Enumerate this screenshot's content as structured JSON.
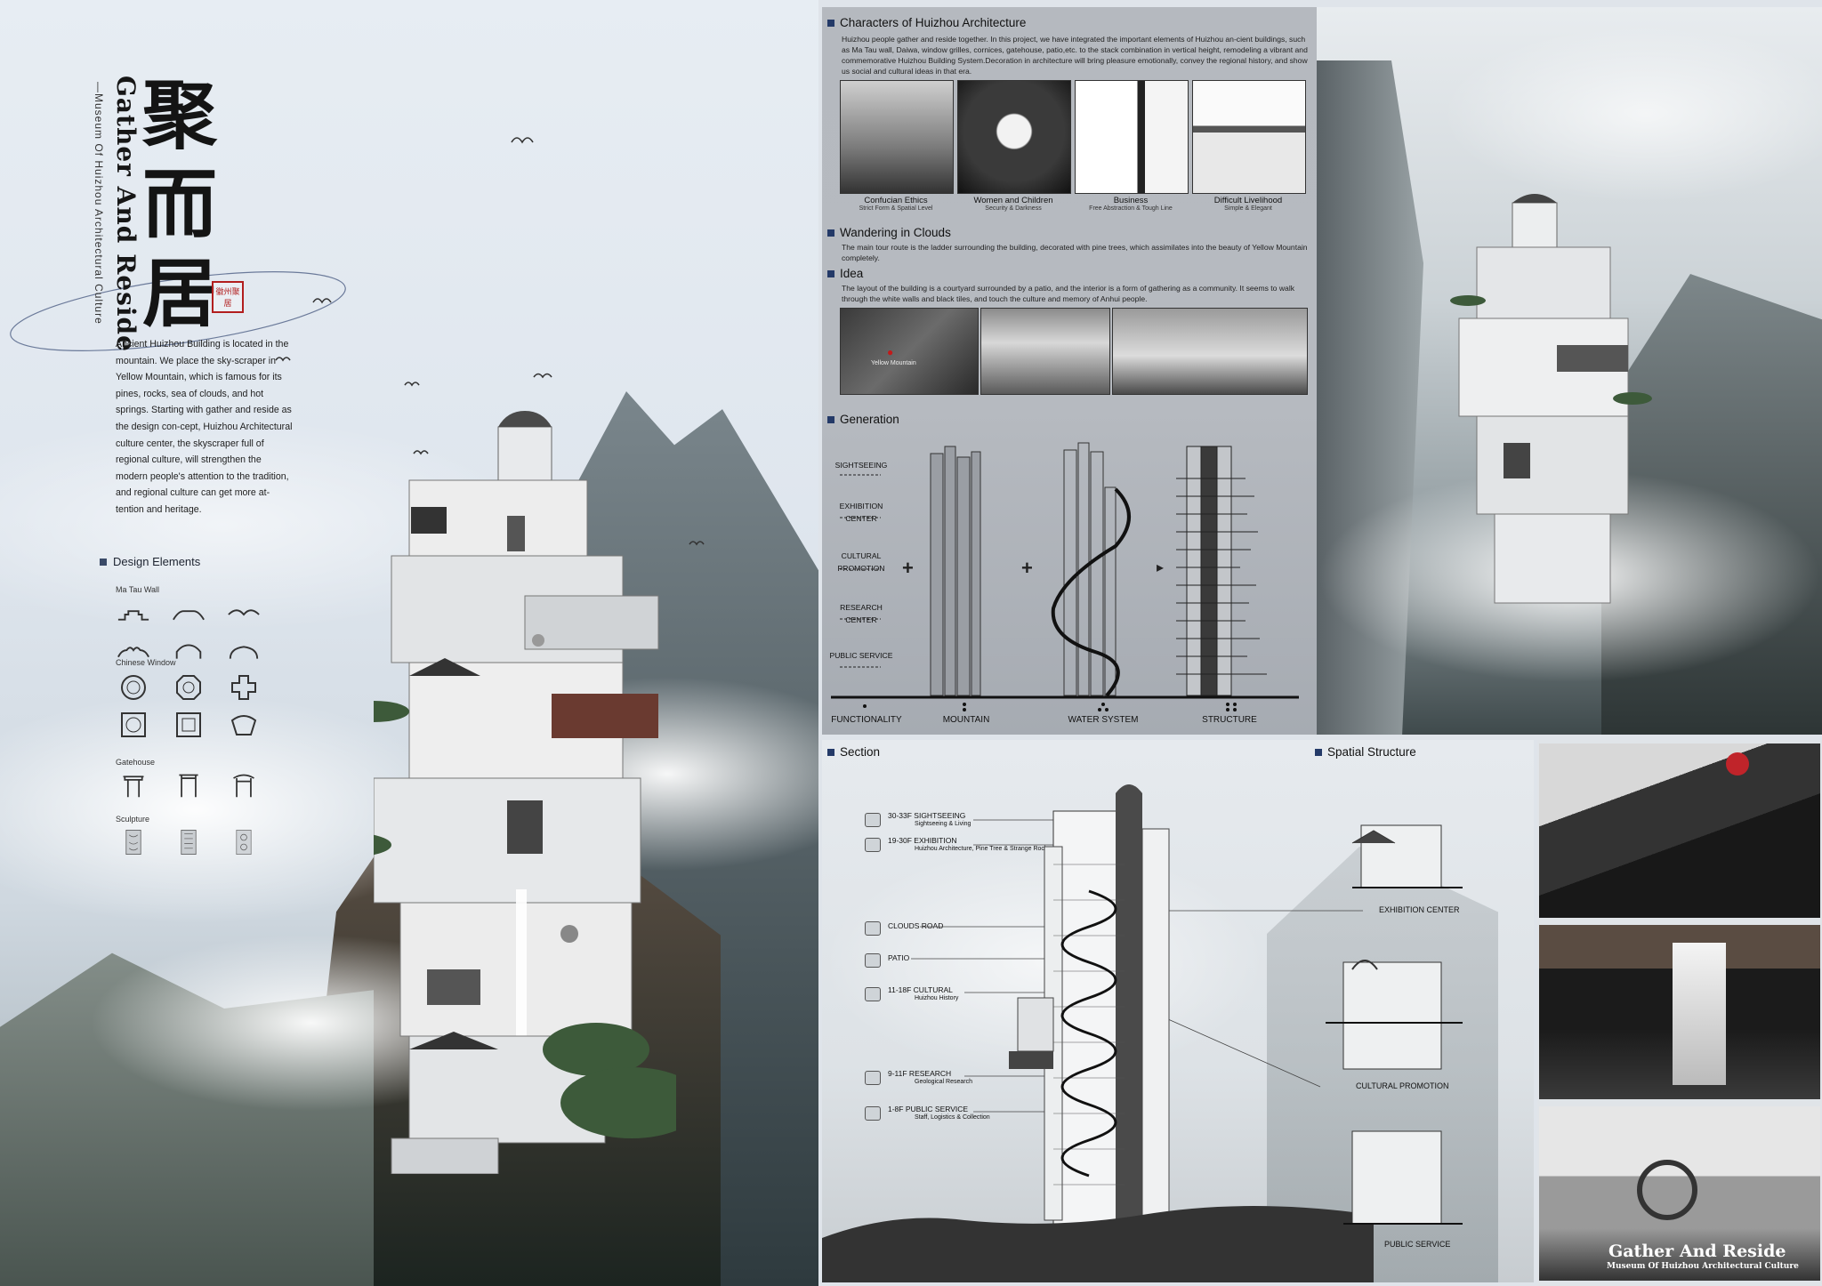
{
  "left": {
    "calligraphy": [
      "聚",
      "而",
      "居"
    ],
    "seal_text": "徽州聚居",
    "title": "Gather And Reside",
    "subtitle": "—Museum Of Huizhou Architectural Culture",
    "intro": "Ancient Huizhou Building is located in the mountain. We place the sky-scraper in Yellow Mountain, which is famous for its pines, rocks, sea of clouds, and hot springs. Starting with gather and reside as the design con-cept, Huizhou Architectural culture center, the skyscraper full of regional culture, will strengthen the modern people's attention to the tradition, and regional culture can get more at-tention and heritage.",
    "design_elements_title": "Design Elements",
    "groups": [
      {
        "label": "Ma Tau Wall",
        "icons": [
          "matau-wall-icon-1",
          "matau-wall-icon-2",
          "matau-wall-icon-3",
          "matau-wall-icon-4",
          "matau-wall-icon-5",
          "matau-wall-icon-6"
        ]
      },
      {
        "label": "Chinese Window",
        "icons": [
          "round-window-icon",
          "octagon-window-icon",
          "flower-window-icon",
          "square-window-icon",
          "lattice-window-icon",
          "fan-window-icon"
        ]
      },
      {
        "label": "Gatehouse",
        "icons": [
          "gatehouse-icon-1",
          "gatehouse-icon-2",
          "gatehouse-icon-3"
        ]
      },
      {
        "label": "Sculpture",
        "icons": [
          "sculpture-icon-1",
          "sculpture-icon-2",
          "sculpture-icon-3"
        ]
      }
    ]
  },
  "characters": {
    "title": "Characters of Huizhou Architecture",
    "text": "Huizhou people gather and reside together. In this project, we have integrated the important elements of Huizhou an-cient buildings, such as Ma Tau wall, Daiwa, window grilles, cornices, gatehouse, patio,etc. to the stack combination in vertical height, remodeling a vibrant and commemorative Huizhou Building System.Decoration in architecture will bring pleasure emotionally, convey the regional history, and show us social and cultural ideas in that era.",
    "images": [
      {
        "caption": "Confucian Ethics",
        "sub": "Strict Form & Spatial Level"
      },
      {
        "caption": "Women and Children",
        "sub": "Security & Darkness"
      },
      {
        "caption": "Business",
        "sub": "Free Abstraction & Tough Line"
      },
      {
        "caption": "Difficult Livelihood",
        "sub": "Simple & Elegant"
      }
    ]
  },
  "wandering": {
    "title": "Wandering in Clouds",
    "text": "The main tour route is the ladder surrounding the building, decorated with pine trees, which assimilates into the beauty of Yellow Mountain completely."
  },
  "idea": {
    "title": "Idea",
    "text": "The layout of the building is a courtyard surrounded by a patio, and the interior is a form of gathering as a community. It seems to walk through the white walls and black tiles, and touch the culture and memory of Anhui people.",
    "map_label": "Yellow Mountain"
  },
  "generation": {
    "title": "Generation",
    "levels": [
      "SIGHTSEEING",
      "EXHIBITION CENTER",
      "CULTURAL PROMOTION",
      "RESEARCH CENTER",
      "PUBLIC SERVICE"
    ],
    "bottom": [
      "FUNCTIONALITY",
      "MOUNTAIN",
      "WATER SYSTEM",
      "STRUCTURE"
    ],
    "ops": [
      "+",
      "+",
      "▸"
    ]
  },
  "section": {
    "title": "Section",
    "labels": [
      {
        "main": "30-33F SIGHTSEEING",
        "sub": "Sightseeing & Living"
      },
      {
        "main": "19-30F EXHIBITION",
        "sub": "Huizhou Architecture, Pine Tree & Strange Rock"
      },
      {
        "main": "CLOUDS ROAD",
        "sub": ""
      },
      {
        "main": "PATIO",
        "sub": ""
      },
      {
        "main": "11-18F CULTURAL",
        "sub": "Huizhou History"
      },
      {
        "main": "9-11F RESEARCH",
        "sub": "Geological Research"
      },
      {
        "main": "1-8F PUBLIC SERVICE",
        "sub": "Staff, Logistics & Collection"
      }
    ]
  },
  "spatial": {
    "title": "Spatial Structure",
    "labels": [
      "EXHIBITION CENTER",
      "CULTURAL PROMOTION",
      "PUBLIC SERVICE"
    ]
  },
  "footer": {
    "title": "Gather And Reside",
    "subtitle": "Museum Of Huizhou Architectural Culture"
  }
}
